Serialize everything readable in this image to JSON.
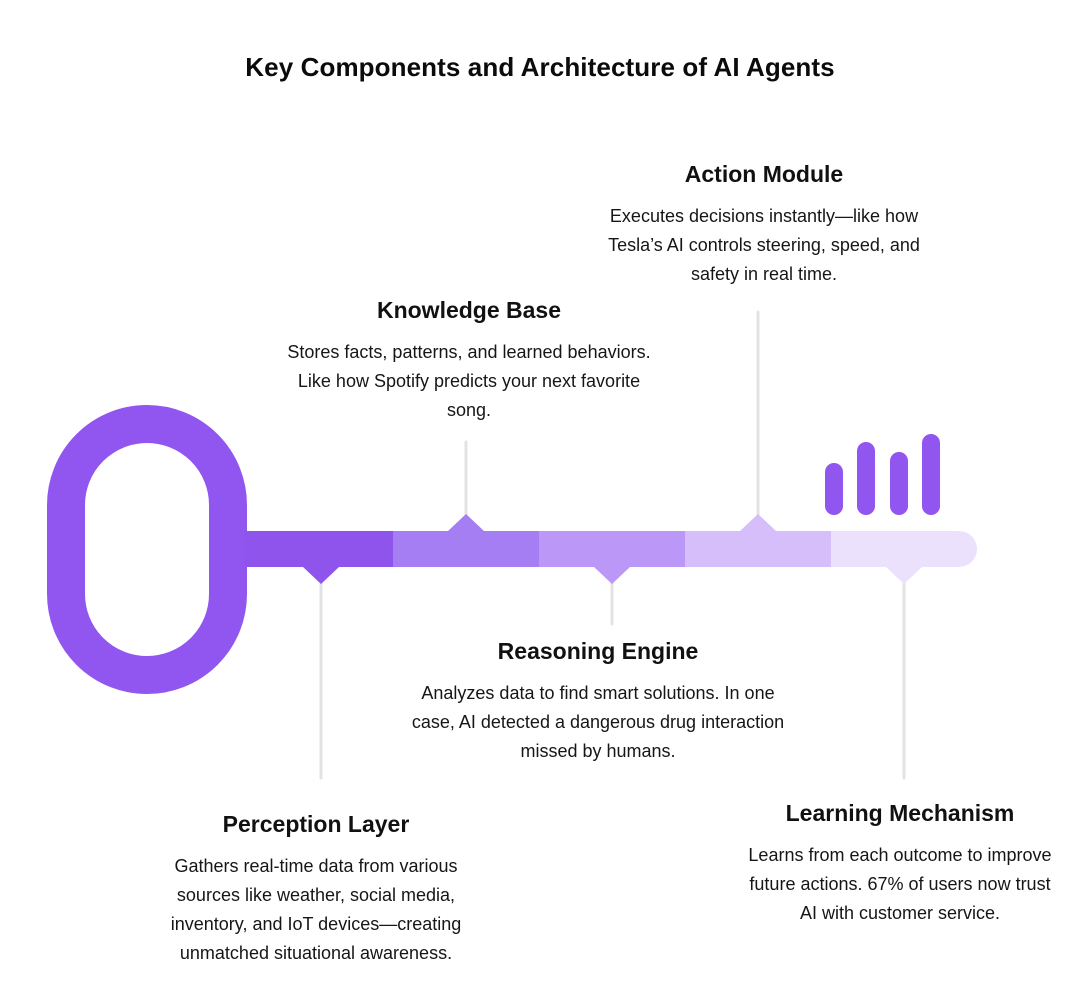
{
  "title": "Key Components and Architecture of AI Agents",
  "colors": {
    "key_ring": "#9155F0",
    "segment_1": "#8E54EC",
    "segment_2": "#A57EF3",
    "segment_3": "#BB98F7",
    "segment_4": "#D5BEF9",
    "segment_5": "#ECE1FD",
    "connector_line": "#E3E3E3",
    "bars": "#9155F0"
  },
  "components": [
    {
      "name": "Perception Layer",
      "description": "Gathers real-time data from various sources like weather, social media, inventory, and IoT devices—creating unmatched situational awareness."
    },
    {
      "name": "Knowledge Base",
      "description": "Stores facts, patterns, and learned behaviors. Like how Spotify predicts your next favorite song."
    },
    {
      "name": "Reasoning Engine",
      "description": "Analyzes data to find smart solutions. In one case, AI detected a dangerous drug interaction missed by humans."
    },
    {
      "name": "Action Module",
      "description": "Executes decisions instantly—like how Tesla’s AI controls steering, speed, and safety in real time."
    },
    {
      "name": "Learning Mechanism",
      "description": "Learns from each outcome to improve future actions. 67% of users now trust AI with customer service."
    }
  ]
}
